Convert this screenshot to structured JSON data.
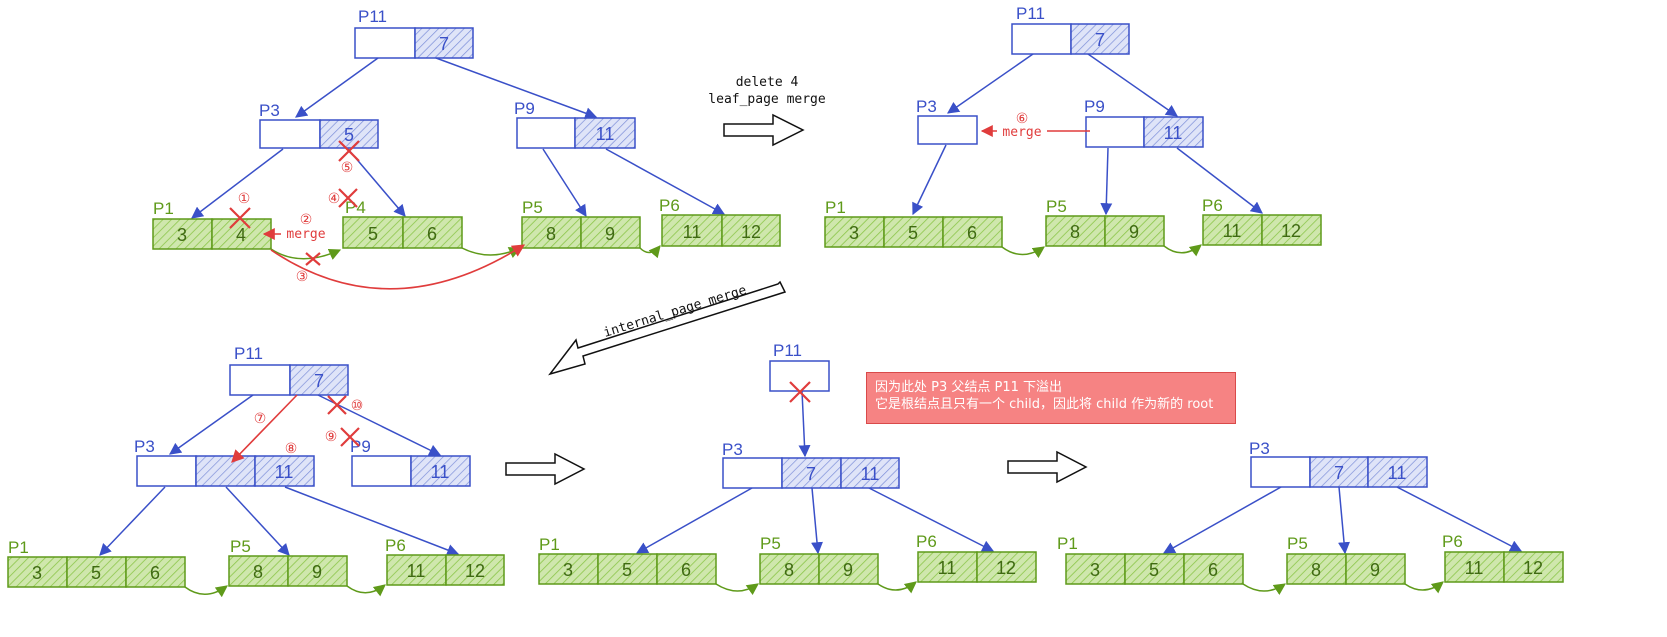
{
  "steps": {
    "s1": {
      "line1": "delete 4",
      "line2": "leaf_page merge"
    },
    "s2": {
      "label": "internal_page merge"
    }
  },
  "note": {
    "line1": "因为此处 P3 父结点 P11 下溢出",
    "line2": "它是根结点且只有一个 child，因此将 child 作为新的 root"
  },
  "labels": {
    "merge": "merge",
    "p11": "P11",
    "p3": "P3",
    "p9": "P9",
    "p1": "P1",
    "p4": "P4",
    "p5": "P5",
    "p6": "P6"
  },
  "nums": {
    "c1": "①",
    "c2": "②",
    "c3": "③",
    "c4": "④",
    "c5": "⑤",
    "c6": "⑥",
    "c7": "⑦",
    "c8": "⑧",
    "c9": "⑨",
    "c10": "⑩"
  },
  "keys": {
    "k3": "3",
    "k4": "4",
    "k5": "5",
    "k6": "6",
    "k7": "7",
    "k8": "8",
    "k9": "9",
    "k11": "11",
    "k12": "12"
  },
  "colors": {
    "internal": "#3a50c8",
    "leaf": "#5f9a1a",
    "annotation": "#e03c3c"
  }
}
